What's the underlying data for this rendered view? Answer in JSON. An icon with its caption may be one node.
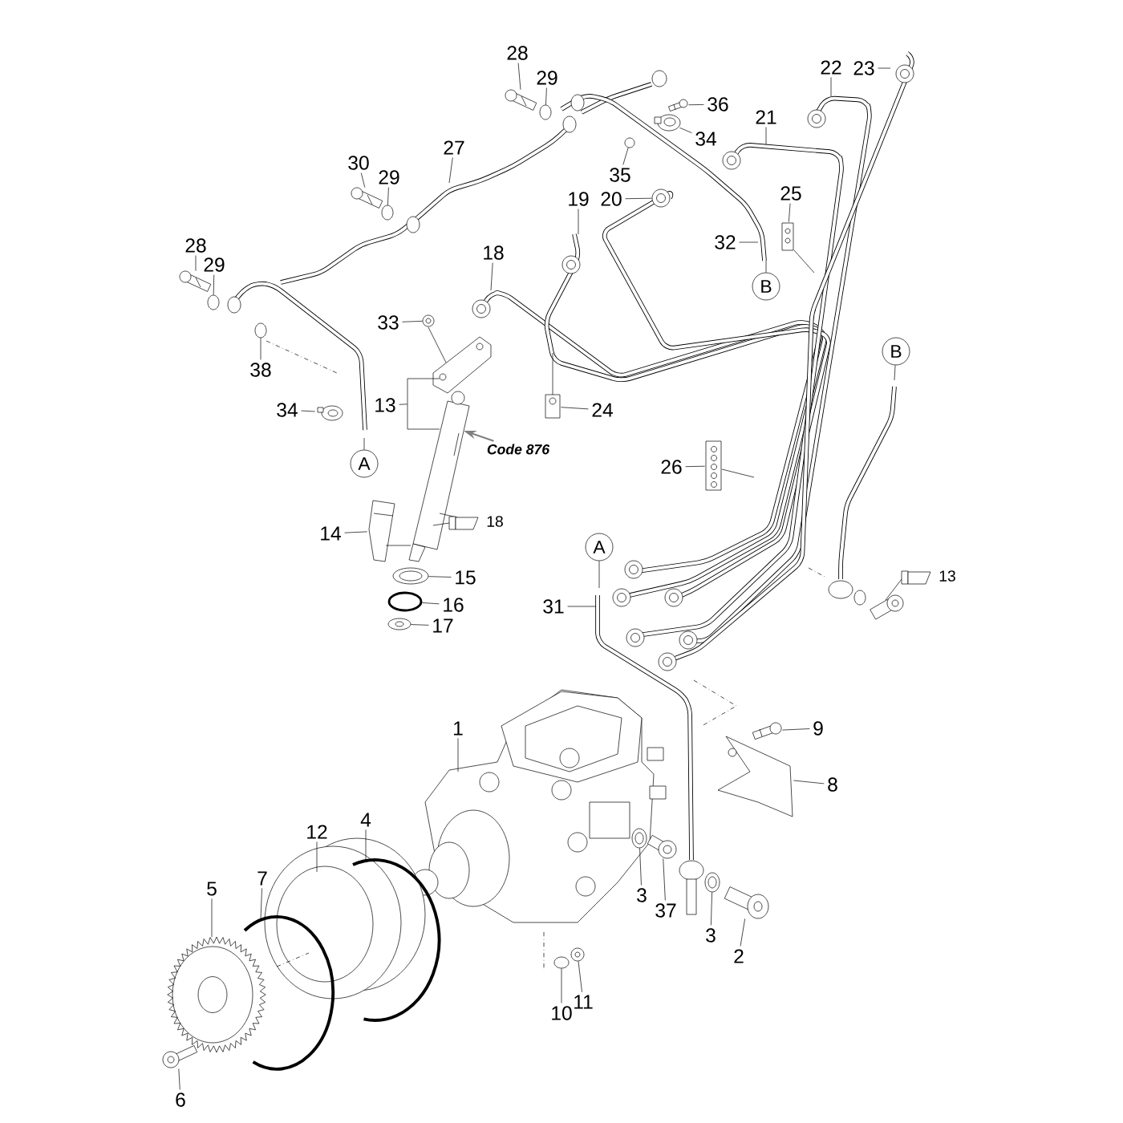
{
  "diagram": {
    "nodes": [
      {
        "text": [
          "28"
        ]
      },
      {
        "text": [
          "23"
        ]
      },
      {
        "text": [
          "22"
        ]
      },
      {
        "text": [
          "29"
        ]
      },
      {
        "text": [
          "36"
        ]
      },
      {
        "text": [
          "21"
        ]
      },
      {
        "text": [
          "34"
        ]
      },
      {
        "text": [
          "27"
        ]
      },
      {
        "text": [
          "30"
        ]
      },
      {
        "text": [
          "35"
        ]
      },
      {
        "text": [
          "29"
        ]
      },
      {
        "text": [
          "19"
        ]
      },
      {
        "text": [
          "20"
        ]
      },
      {
        "text": [
          "25"
        ]
      },
      {
        "text": [
          "32"
        ]
      },
      {
        "text": [
          "28"
        ]
      },
      {
        "text": [
          "18"
        ]
      },
      {
        "text": [
          "29"
        ]
      },
      {
        "text": [
          "B"
        ]
      },
      {
        "text": [
          "33"
        ]
      },
      {
        "text": [
          "B"
        ]
      },
      {
        "text": [
          "38"
        ]
      },
      {
        "text": [
          "13"
        ]
      },
      {
        "text": [
          "24"
        ]
      },
      {
        "text": [
          "34"
        ]
      },
      {
        "text": [
          "Code 876"
        ]
      },
      {
        "text": [
          "A"
        ]
      },
      {
        "text": [
          "26"
        ]
      },
      {
        "text": [
          "14"
        ]
      },
      {
        "text": [
          "A"
        ]
      },
      {
        "text": [
          "15"
        ]
      },
      {
        "text": [
          "16"
        ]
      },
      {
        "text": [
          "31"
        ]
      },
      {
        "text": [
          "17"
        ]
      },
      {
        "text": [
          "1"
        ]
      },
      {
        "text": [
          "9"
        ]
      },
      {
        "text": [
          "8"
        ]
      },
      {
        "text": [
          "4"
        ]
      },
      {
        "text": [
          "12"
        ]
      },
      {
        "text": [
          "7"
        ]
      },
      {
        "text": [
          "5"
        ]
      },
      {
        "text": [
          "3"
        ]
      },
      {
        "text": [
          "37"
        ]
      },
      {
        "text": [
          "3"
        ]
      },
      {
        "text": [
          "2"
        ]
      },
      {
        "text": [
          "11"
        ]
      },
      {
        "text": [
          "10"
        ]
      },
      {
        "text": [
          "6"
        ]
      },
      {
        "text": [],
        "shape": "picture"
      },
      {
        "text": [],
        "shape": "circle"
      },
      {
        "text": [],
        "shape": "picture"
      },
      {
        "text": [],
        "shape": "picture"
      },
      {
        "text": [],
        "shape": "picture"
      },
      {
        "text": [],
        "shape": "circle"
      },
      {
        "text": [],
        "shape": "circle"
      },
      {
        "text": [],
        "shape": "picture"
      },
      {
        "text": [],
        "shape": "picture"
      },
      {
        "text": [],
        "shape": "circle"
      },
      {
        "text": [],
        "shape": "circle"
      },
      {
        "text": [],
        "shape": "circle"
      },
      {
        "text": [],
        "shape": "picture"
      },
      {
        "text": [],
        "shape": "picture"
      },
      {
        "text": [],
        "shape": "picture"
      },
      {
        "text": [],
        "shape": "picture"
      },
      {
        "text": [],
        "shape": "picture"
      },
      {
        "text": [],
        "shape": "circle"
      },
      {
        "text": [],
        "shape": "circle"
      },
      {
        "text": [],
        "shape": "circle"
      },
      {
        "text": [],
        "shape": "picture"
      },
      {
        "text": [],
        "shape": "picture"
      },
      {
        "text": [],
        "shape": "circle"
      },
      {
        "text": [],
        "shape": "picture"
      },
      {
        "text": [],
        "shape": "circle"
      },
      {
        "text": [],
        "shape": "picture"
      },
      {
        "text": [],
        "shape": "circle"
      },
      {
        "text": [],
        "shape": "circle"
      },
      {
        "text": [],
        "shape": "picture"
      },
      {
        "text": [],
        "shape": "picture"
      },
      {
        "text": [],
        "shape": "bracket"
      },
      {
        "text": [],
        "shape": "picture"
      },
      {
        "text": [],
        "shape": "picture"
      },
      {
        "text": [],
        "shape": "picture"
      },
      {
        "text": [],
        "shape": "picture"
      },
      {
        "text": [],
        "shape": "circle"
      },
      {
        "text": [],
        "shape": "picture"
      },
      {
        "text": [],
        "shape": "circle"
      },
      {
        "text": [
          "18"
        ]
      },
      {
        "text": [
          "13"
        ]
      }
    ],
    "edges": [
      {
        "from": 0,
        "to": 48,
        "arrow": "none"
      },
      {
        "from": 1,
        "to": null,
        "arrow": "none"
      },
      {
        "from": 2,
        "to": null,
        "arrow": "none"
      },
      {
        "from": 3,
        "to": 49,
        "arrow": "none"
      },
      {
        "from": 4,
        "to": 50,
        "arrow": "none"
      },
      {
        "from": 5,
        "to": null,
        "arrow": "none"
      },
      {
        "from": 6,
        "to": 51,
        "arrow": "none"
      },
      {
        "from": 7,
        "to": null,
        "arrow": "none"
      },
      {
        "from": 8,
        "to": 52,
        "arrow": "none"
      },
      {
        "from": 9,
        "to": 53,
        "arrow": "none"
      },
      {
        "from": 10,
        "to": 54,
        "arrow": "none"
      },
      {
        "from": 11,
        "to": null,
        "arrow": "none"
      },
      {
        "from": 12,
        "to": 83,
        "arrow": "none"
      },
      {
        "from": 13,
        "to": 55,
        "arrow": "none"
      },
      {
        "from": 14,
        "to": null,
        "arrow": "none"
      },
      {
        "from": 15,
        "to": 56,
        "arrow": "none"
      },
      {
        "from": 16,
        "to": null,
        "arrow": "none"
      },
      {
        "from": 17,
        "to": 57,
        "arrow": "none"
      },
      {
        "from": 18,
        "to": null,
        "arrow": "none"
      },
      {
        "from": 19,
        "to": 58,
        "arrow": "none"
      },
      {
        "from": 20,
        "to": null,
        "arrow": "none"
      },
      {
        "from": 21,
        "to": 59,
        "arrow": "none"
      },
      {
        "from": 22,
        "to": 78,
        "arrow": "none"
      },
      {
        "from": 23,
        "to": 60,
        "arrow": "none"
      },
      {
        "from": 24,
        "to": 61,
        "arrow": "none"
      },
      {
        "from": 25,
        "to": 62,
        "arrow": "to",
        "color": "#808080"
      },
      {
        "from": 26,
        "to": null,
        "arrow": "none"
      },
      {
        "from": 27,
        "to": 63,
        "arrow": "none"
      },
      {
        "from": 28,
        "to": 64,
        "arrow": "none"
      },
      {
        "from": 29,
        "to": null,
        "arrow": "none"
      },
      {
        "from": 30,
        "to": 65,
        "arrow": "none"
      },
      {
        "from": 31,
        "to": 66,
        "arrow": "none"
      },
      {
        "from": 32,
        "to": null,
        "arrow": "none"
      },
      {
        "from": 33,
        "to": 67,
        "arrow": "none"
      },
      {
        "from": 34,
        "to": null,
        "arrow": "none"
      },
      {
        "from": 35,
        "to": 68,
        "arrow": "none"
      },
      {
        "from": 36,
        "to": 69,
        "arrow": "none"
      },
      {
        "from": 37,
        "to": 80,
        "arrow": "none"
      },
      {
        "from": 38,
        "to": 79,
        "arrow": "none"
      },
      {
        "from": 39,
        "to": 81,
        "arrow": "none"
      },
      {
        "from": 40,
        "to": 82,
        "arrow": "none"
      },
      {
        "from": 41,
        "to": 70,
        "arrow": "none"
      },
      {
        "from": 42,
        "to": 71,
        "arrow": "none"
      },
      {
        "from": 43,
        "to": 72,
        "arrow": "none"
      },
      {
        "from": 44,
        "to": 73,
        "arrow": "none"
      },
      {
        "from": 45,
        "to": 74,
        "arrow": "none"
      },
      {
        "from": 46,
        "to": 75,
        "arrow": "none"
      },
      {
        "from": 47,
        "to": 76,
        "arrow": "none"
      },
      {
        "from": 64,
        "to": 62,
        "arrow": "none"
      },
      {
        "from": 58,
        "to": 77,
        "arrow": "none"
      },
      {
        "from": 55,
        "to": null,
        "arrow": "none"
      },
      {
        "from": 63,
        "to": null,
        "arrow": "none"
      },
      {
        "from": 60,
        "to": null,
        "arrow": "none"
      },
      {
        "from": 86,
        "to": 62,
        "arrow": "none"
      },
      {
        "from": 87,
        "to": 84,
        "arrow": "none"
      }
    ]
  }
}
